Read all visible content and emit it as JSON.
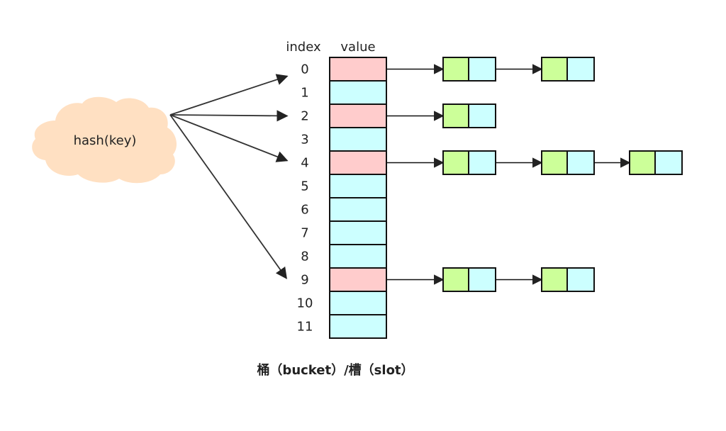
{
  "header": {
    "index_label": "index",
    "value_label": "value"
  },
  "hash": {
    "label": "hash(key)",
    "targets": [
      0,
      2,
      4,
      9
    ]
  },
  "buckets": [
    {
      "index": "0",
      "occupied": true,
      "chain_length": 2
    },
    {
      "index": "1",
      "occupied": false,
      "chain_length": 0
    },
    {
      "index": "2",
      "occupied": true,
      "chain_length": 1
    },
    {
      "index": "3",
      "occupied": false,
      "chain_length": 0
    },
    {
      "index": "4",
      "occupied": true,
      "chain_length": 3
    },
    {
      "index": "5",
      "occupied": false,
      "chain_length": 0
    },
    {
      "index": "6",
      "occupied": false,
      "chain_length": 0
    },
    {
      "index": "7",
      "occupied": false,
      "chain_length": 0
    },
    {
      "index": "8",
      "occupied": false,
      "chain_length": 0
    },
    {
      "index": "9",
      "occupied": true,
      "chain_length": 2
    },
    {
      "index": "10",
      "occupied": false,
      "chain_length": 0
    },
    {
      "index": "11",
      "occupied": false,
      "chain_length": 0
    }
  ],
  "caption": "桶（bucket）/槽（slot）",
  "colors": {
    "occupied_slot": "#ffcccc",
    "empty_slot": "#ccffff",
    "node_key": "#ccff99",
    "node_value": "#ccffff",
    "cloud": "#ffe0c2",
    "line": "#111111",
    "text": "#222222"
  }
}
